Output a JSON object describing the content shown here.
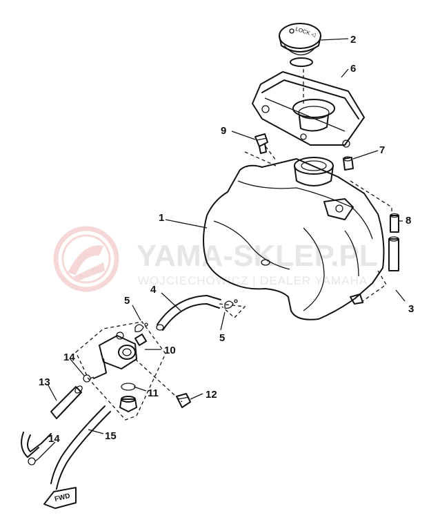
{
  "watermark": {
    "brand": "YAMA-SKLEP.PL",
    "subtitle": "WOJCIECHOWICZ | DEALER YAMAHA",
    "logo_color": "#f0b8b8",
    "text_color": "#e6e6e6"
  },
  "callouts": [
    "1",
    "2",
    "3",
    "4",
    "5",
    "5",
    "6",
    "7",
    "8",
    "9",
    "10",
    "11",
    "12",
    "13",
    "14",
    "14",
    "15"
  ],
  "direction_arrow": "FWD",
  "cap_marking": "LOCK ◁"
}
